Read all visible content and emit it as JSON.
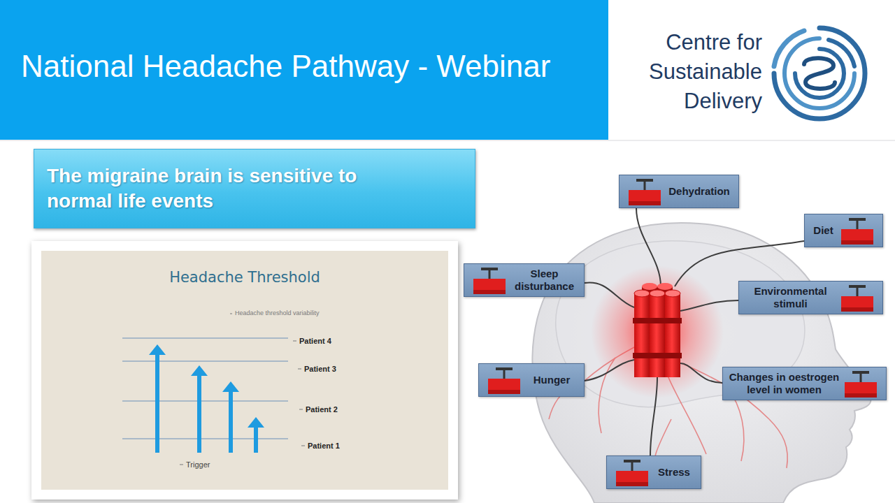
{
  "diagram": {
    "title": "National Headache Pathway - Webinar",
    "nodes": [
      {
        "text": [
          "The migraine brain is sensitive to normal life events"
        ]
      },
      {
        "text": [
          "Headache Threshold"
        ]
      },
      {
        "text": [
          "Dehydration"
        ]
      },
      {
        "text": [
          "Diet"
        ]
      },
      {
        "text": [
          "Sleep disturbance"
        ]
      },
      {
        "text": [
          "Environmental stimuli"
        ]
      },
      {
        "text": [
          "Hunger"
        ]
      },
      {
        "text": [
          "Changes in oestrogen level in women"
        ]
      },
      {
        "text": [
          "Stress"
        ]
      }
    ],
    "labels": [
      "Centre for Sustainable Delivery",
      "Headache threshold variability",
      "Patient 4",
      "Patient 3",
      "Patient 2",
      "Patient 1",
      "Trigger"
    ]
  }
}
